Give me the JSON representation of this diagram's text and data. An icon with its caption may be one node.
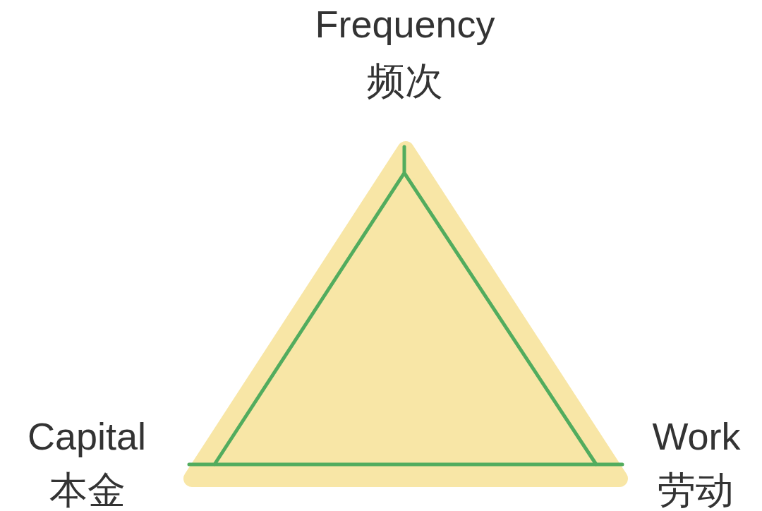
{
  "diagram": {
    "labels": [
      "Frequency",
      "频次",
      "Capital",
      "本金",
      "Work",
      "劳动"
    ]
  }
}
